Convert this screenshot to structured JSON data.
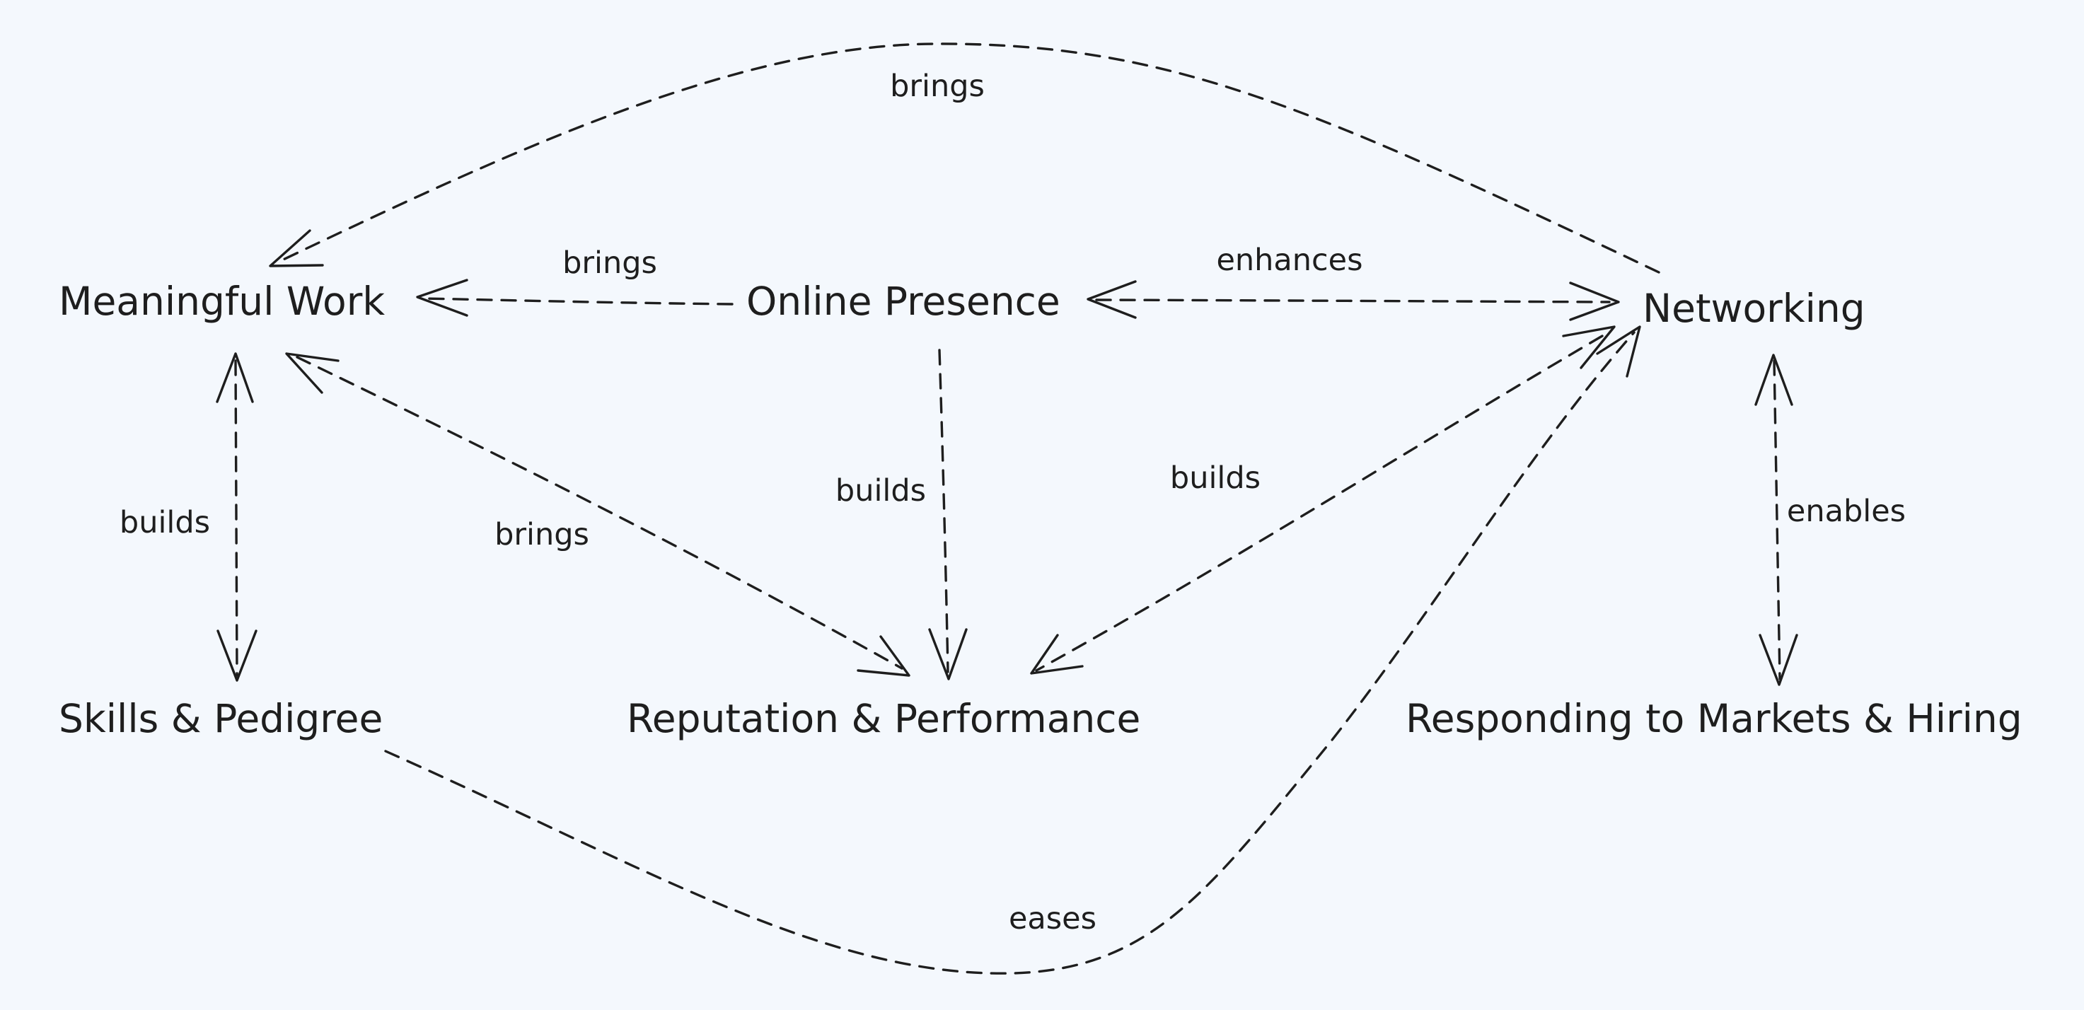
{
  "nodes": {
    "meaningful_work": "Meaningful Work",
    "online_presence": "Online Presence",
    "networking": "Networking",
    "skills_pedigree": "Skills & Pedigree",
    "reputation_performance": "Reputation & Performance",
    "responding_markets": "Responding to Markets & Hiring"
  },
  "edges": {
    "networking_to_meaningful": "brings",
    "online_to_meaningful": "brings",
    "online_networking": "enhances",
    "meaningful_skills": "builds",
    "meaningful_reputation": "brings",
    "online_to_reputation": "builds",
    "networking_reputation": "builds",
    "networking_responding": "enables",
    "skills_to_networking": "eases"
  }
}
